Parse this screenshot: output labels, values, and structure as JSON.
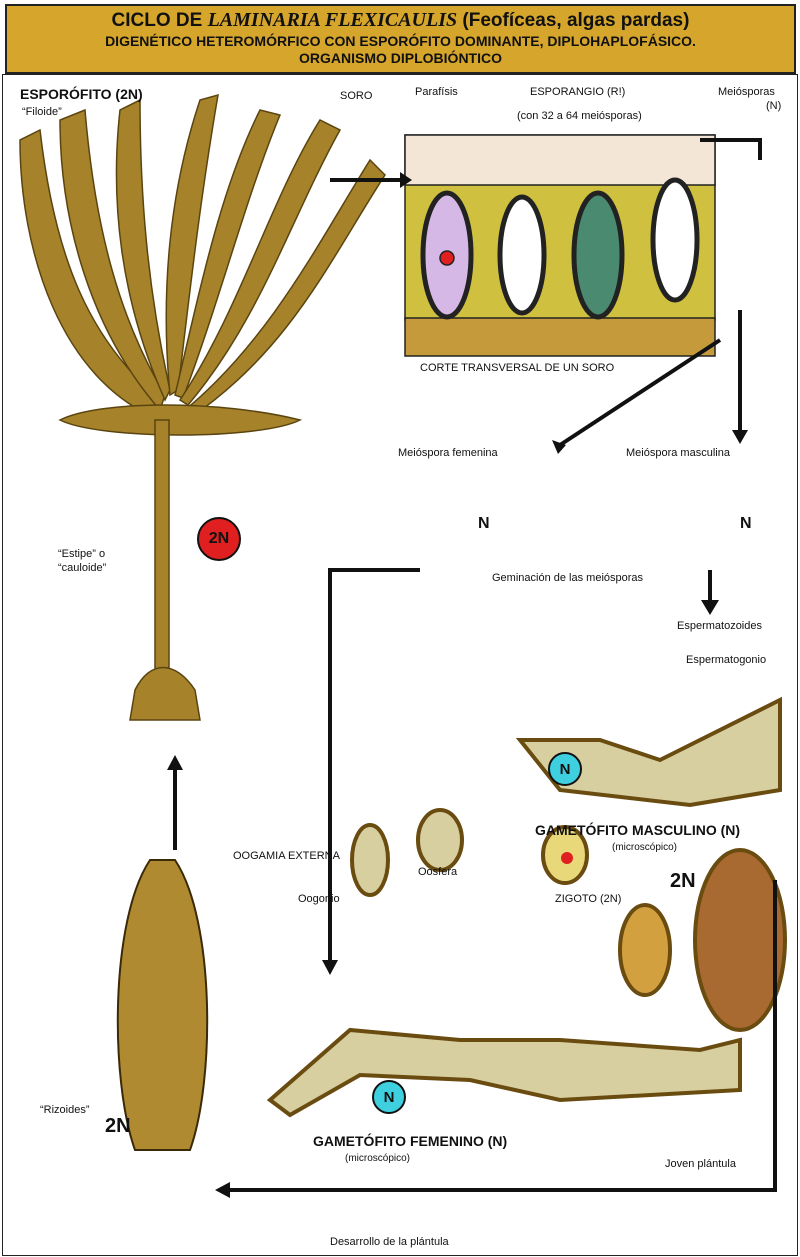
{
  "title": {
    "line1_prefix": "CICLO DE ",
    "line1_species": "LAMINARIA FLEXICAULIS",
    "line1_suffix": " (Feofíceas, algas pardas)",
    "line2": "DIGENÉTICO HETEROMÓRFICO CON ESPORÓFITO DOMINANTE, DIPLOHAPLOFÁSICO.",
    "line3": "ORGANISMO DIPLOBIÓNTICO"
  },
  "labels": {
    "esporofito": "ESPORÓFITO (2N)",
    "filoide": "“Filoide”",
    "soro": "SORO",
    "parafisis": "Parafísis",
    "esporangio": "ESPORANGIO (R!)",
    "esporangio_note": "(con 32 a 64 meiósporas)",
    "meiosporas": "Meiósporas",
    "meiosporas_n": "(N)",
    "corte": "CORTE TRANSVERSAL DE UN SORO",
    "meiospora_femenina": "Meióspora femenina",
    "meiospora_masculina": "Meióspora masculina",
    "n_fem": "N",
    "n_masc": "N",
    "ploidy_2n_red": "2N",
    "estipe_1": "“Estipe” o",
    "estipe_2": "“cauloide”",
    "geminacion": "Geminación de las meiósporas",
    "espermatozoides": "Espermatozoides",
    "espermatogonio": "Espermatogonio",
    "n_masc_circle": "N",
    "gametofito_masculino": "GAMETÓFITO MASCULINO (N)",
    "microscopico_masc": "(microscópico)",
    "oogamia": "OOGAMIA EXTERNA",
    "oosfera": "Oosfera",
    "oogonio": "Oogonio",
    "zigoto": "ZIGOTO (2N)",
    "ploidy_2n_plantula": "2N",
    "n_fem_circle": "N",
    "gametofito_femenino": "GAMETÓFITO FEMENINO (N)",
    "microscopico_fem": "(microscópico)",
    "rizoides": "“Rizoides”",
    "ploidy_2n_young": "2N",
    "joven_plantula": "Joven plántula",
    "desarrollo": "Desarrollo de la plántula"
  },
  "colors": {
    "title_bg": "#d6a62c",
    "algae": "#a6832a",
    "cell": "#d8cfa0",
    "nucleus": "#3cc6d6",
    "red": "#e02020",
    "cyan": "#3fd0e0"
  }
}
